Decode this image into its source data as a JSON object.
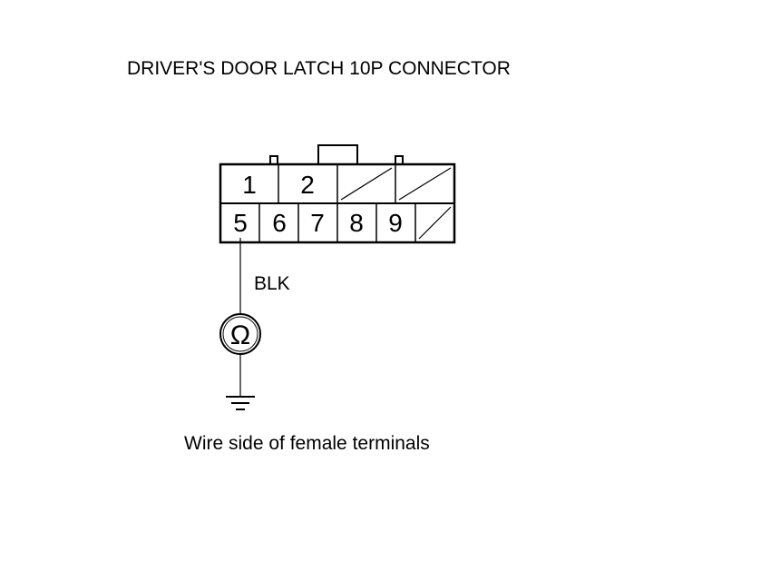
{
  "title": "DRIVER'S DOOR LATCH 10P CONNECTOR",
  "connector": {
    "top_row": [
      "1",
      "2",
      "",
      ""
    ],
    "bottom_row": [
      "5",
      "6",
      "7",
      "8",
      "9",
      ""
    ]
  },
  "wire": {
    "color_label": "BLK"
  },
  "meter": {
    "symbol": "Ω",
    "icon": "ohmmeter-icon"
  },
  "ground": {
    "icon": "ground-icon"
  },
  "caption": "Wire side of female terminals"
}
